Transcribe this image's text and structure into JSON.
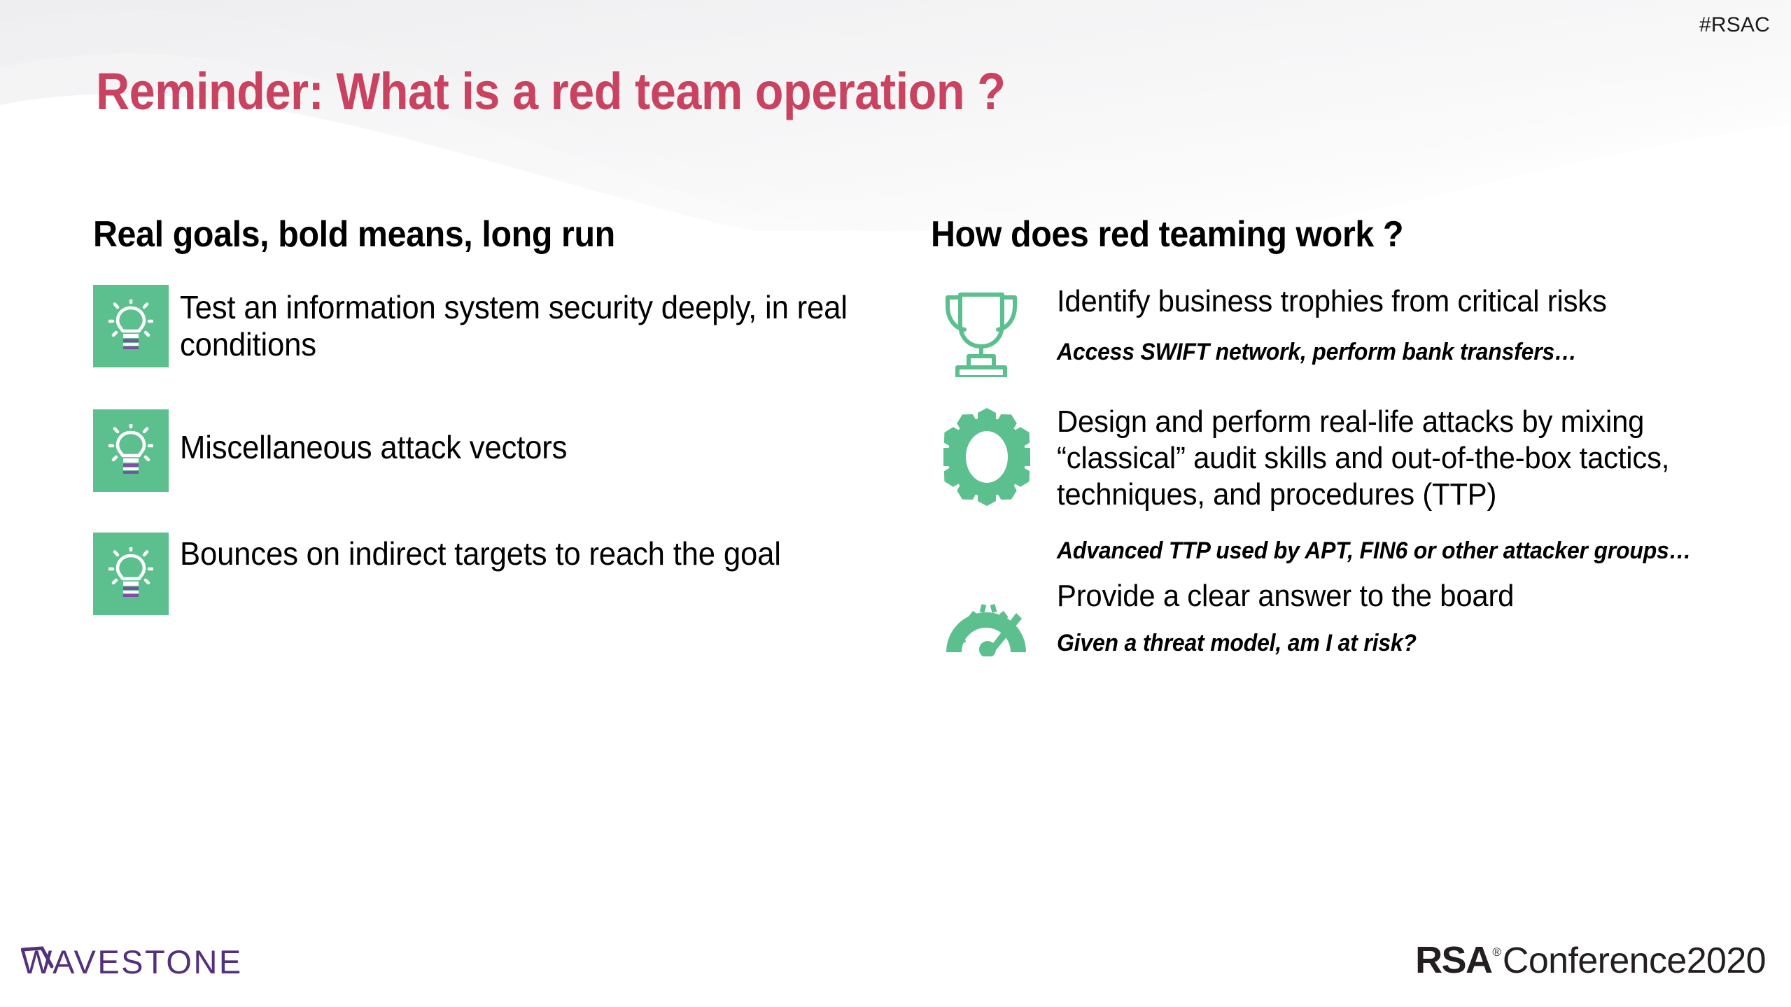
{
  "header": {
    "hashtag": "#RSAC",
    "title": "Reminder: What is a red team operation ?"
  },
  "colors": {
    "title_red": "#C94260",
    "accent_green": "#5CBF8E",
    "bulb_base_purple": "#7E4F9E",
    "wavestone_purple": "#53307D",
    "text_black": "#000000",
    "wave_gray": "#E9E9EB"
  },
  "left_column": {
    "heading": "Real goals, bold means, long run",
    "bullets": [
      {
        "icon": "lightbulb-icon",
        "text": "Test an information system security deeply, in real conditions"
      },
      {
        "icon": "lightbulb-icon",
        "text": "Miscellaneous attack vectors"
      },
      {
        "icon": "lightbulb-icon",
        "text": "Bounces on indirect targets to reach the goal"
      }
    ]
  },
  "right_column": {
    "heading": "How does red teaming work ?",
    "items": [
      {
        "icon": "trophy-icon",
        "main": "Identify business trophies from critical risks",
        "sub": "Access SWIFT network, perform bank transfers…"
      },
      {
        "icon": "gear-icon",
        "main": "Design and perform real-life attacks by mixing “classical” audit skills and out-of-the-box tactics, techniques, and procedures (TTP)",
        "sub": "Advanced TTP used by APT, FIN6 or other attacker groups…"
      },
      {
        "icon": "gauge-icon",
        "main": "Provide a clear answer to the board",
        "sub": "Given a threat model, am I at risk?"
      }
    ]
  },
  "footer": {
    "wavestone_logo_text": "WAVESTONE",
    "rsa_mark": "RSA",
    "rsa_registered": "®",
    "rsa_word": "Conference2020"
  }
}
